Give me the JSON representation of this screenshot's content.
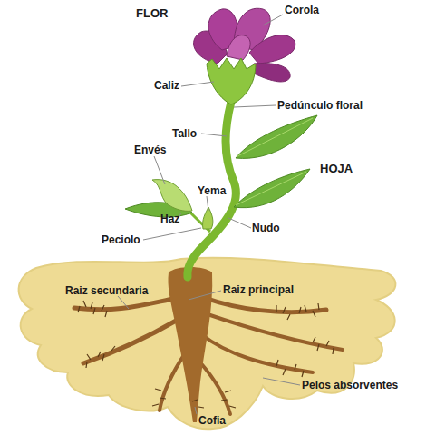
{
  "diagram": {
    "labels": [
      "FLOR",
      "Corola",
      "Caliz",
      "Pedúnculo floral",
      "Tallo",
      "HOJA",
      "Envés",
      "Yema",
      "Haz",
      "Nudo",
      "Peciolo",
      "Raiz secundaria",
      "Raiz principal",
      "Pelos absorventes",
      "Cofia"
    ]
  }
}
